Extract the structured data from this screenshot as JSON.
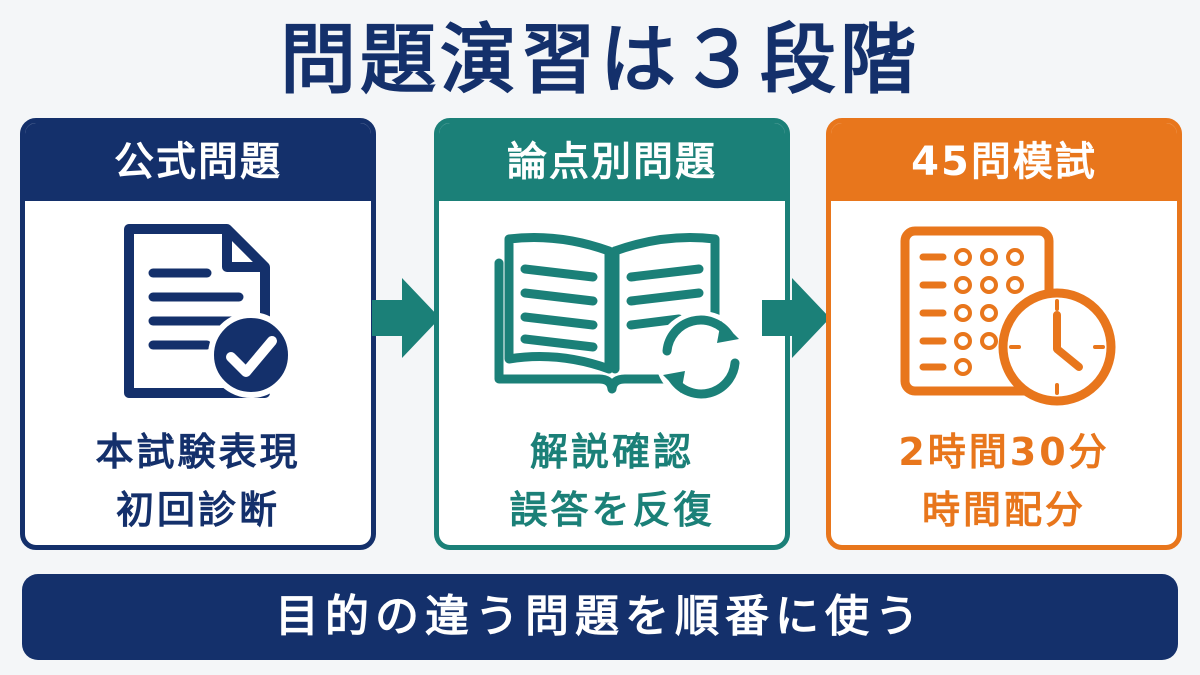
{
  "title": "問題演習は３段階",
  "cards": [
    {
      "heading": "公式問題",
      "lines": [
        "本試験表現",
        "初回診断"
      ],
      "icon": "document-check-icon",
      "color": "#14306b"
    },
    {
      "heading": "論点別問題",
      "lines": [
        "解説確認",
        "誤答を反復"
      ],
      "icon": "book-repeat-icon",
      "color": "#1b8078"
    },
    {
      "heading": "45問模試",
      "lines": [
        "2時間30分",
        "時間配分"
      ],
      "icon": "answer-sheet-clock-icon",
      "color": "#e8761c"
    }
  ],
  "arrow_color": "#1b8078",
  "footer": "目的の違う問題を順番に使う"
}
